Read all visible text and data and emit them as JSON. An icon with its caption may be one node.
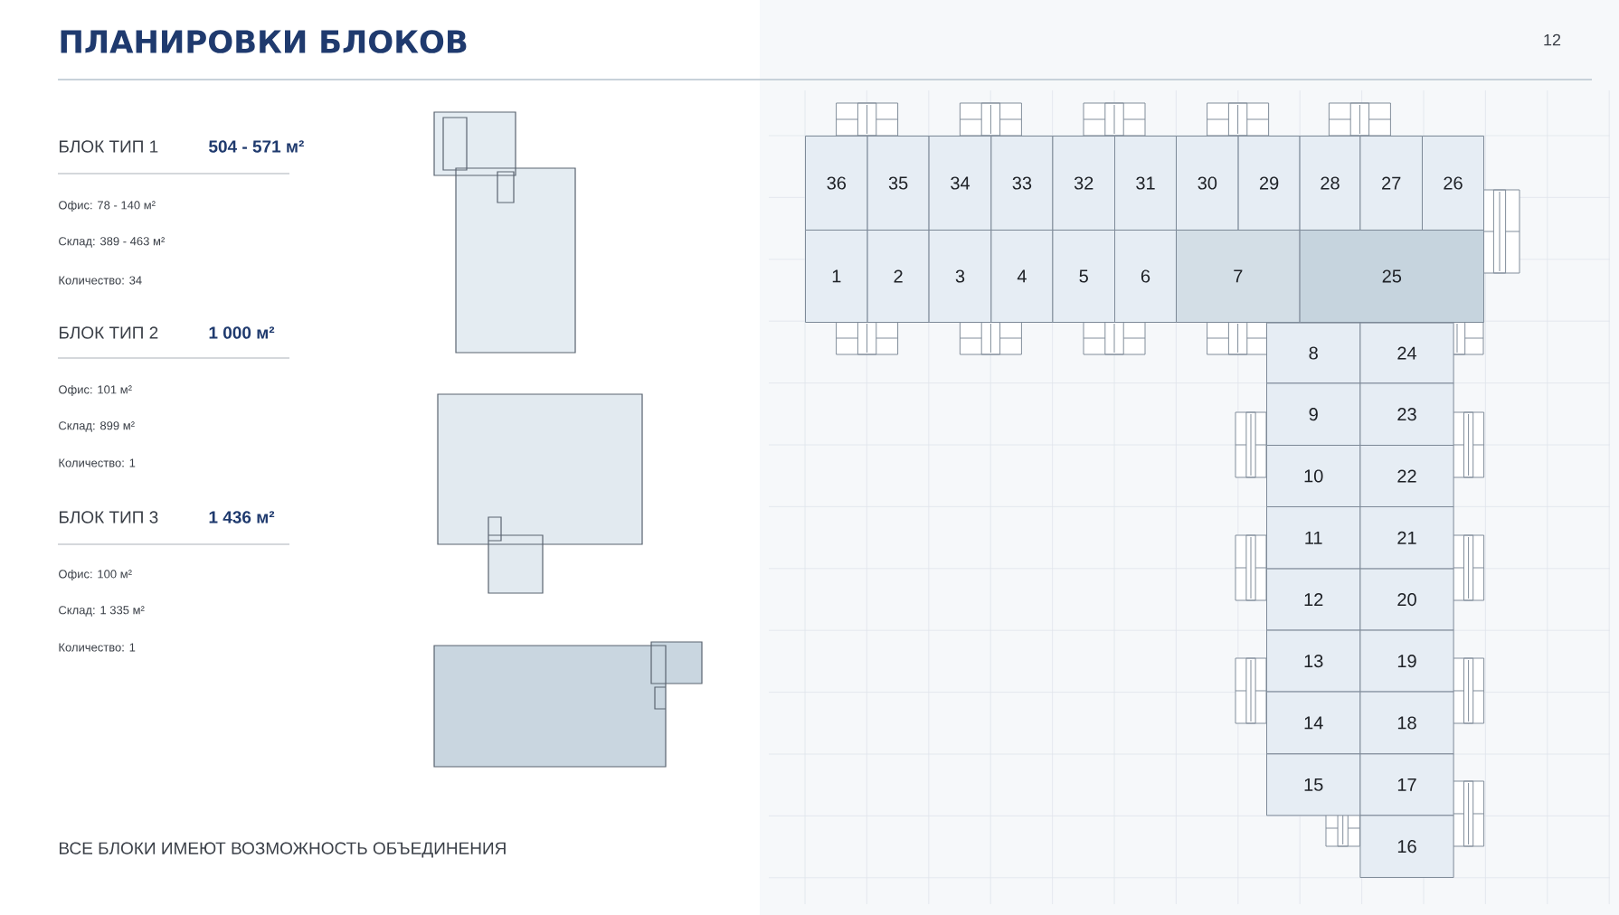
{
  "diagram": {
    "title": "ПЛАНИРОВКИ БЛОКОВ",
    "nodes": [
      {
        "text": [
          "36"
        ]
      },
      {
        "text": [
          "35"
        ]
      },
      {
        "text": [
          "34"
        ]
      },
      {
        "text": [
          "33"
        ]
      },
      {
        "text": [
          "32"
        ]
      },
      {
        "text": [
          "31"
        ]
      },
      {
        "text": [
          "30"
        ]
      },
      {
        "text": [
          "29"
        ]
      },
      {
        "text": [
          "28"
        ]
      },
      {
        "text": [
          "27"
        ]
      },
      {
        "text": [
          "26"
        ]
      },
      {
        "text": [
          "1"
        ]
      },
      {
        "text": [
          "2"
        ]
      },
      {
        "text": [
          "3"
        ]
      },
      {
        "text": [
          "4"
        ]
      },
      {
        "text": [
          "5"
        ]
      },
      {
        "text": [
          "6"
        ]
      },
      {
        "text": [
          "7"
        ]
      },
      {
        "text": [
          "25"
        ]
      },
      {
        "text": [
          "8"
        ]
      },
      {
        "text": [
          "24"
        ]
      },
      {
        "text": [
          "9"
        ]
      },
      {
        "text": [
          "23"
        ]
      },
      {
        "text": [
          "10"
        ]
      },
      {
        "text": [
          "22"
        ]
      },
      {
        "text": [
          "11"
        ]
      },
      {
        "text": [
          "21"
        ]
      },
      {
        "text": [
          "12"
        ]
      },
      {
        "text": [
          "20"
        ]
      },
      {
        "text": [
          "13"
        ]
      },
      {
        "text": [
          "19"
        ]
      },
      {
        "text": [
          "14"
        ]
      },
      {
        "text": [
          "18"
        ]
      },
      {
        "text": [
          "15"
        ]
      },
      {
        "text": [
          "17"
        ]
      },
      {
        "text": [
          "16"
        ]
      }
    ],
    "labels": [
      "12",
      "БЛОК ТИП 1",
      "504 - 571 м²",
      "Офис: 78 - 140 м²",
      "Склад: 389 - 463 м²",
      "Количество: 34",
      "БЛОК ТИП 2",
      "1 000 м²",
      "Офис: 101 м²",
      "Склад: 899 м²",
      "Количество: 1",
      "БЛОК ТИП 3",
      "1 436 м²",
      "Офис: 100 м²",
      "Склад: 1 335 м²",
      "Количество: 1",
      "ВСЕ БЛОКИ ИМЕЮТ ВОЗМОЖНОСТЬ ОБЪЕДИНЕНИЯ"
    ]
  }
}
